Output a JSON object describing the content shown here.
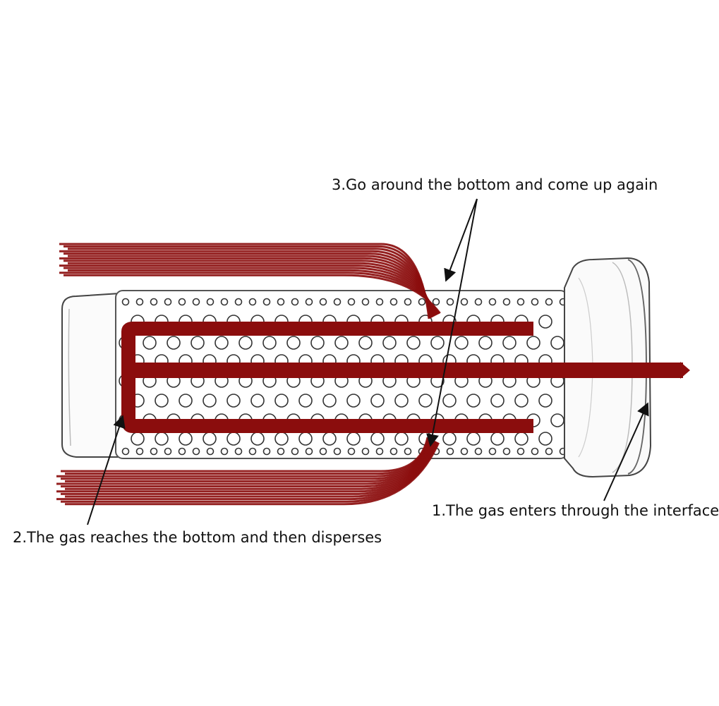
{
  "diagram": {
    "labels": {
      "step1": "1.The gas enters through the interface",
      "step2": "2.The gas reaches the bottom and then disperses",
      "step3": "3.Go around the bottom and come up again"
    },
    "icons": {
      "device": "perforated-diffuser-tube",
      "flow": "gas-flow-streams"
    },
    "colors": {
      "gas_flow": "#8b0d0d",
      "outline": "#333333",
      "background": "#ffffff"
    }
  }
}
